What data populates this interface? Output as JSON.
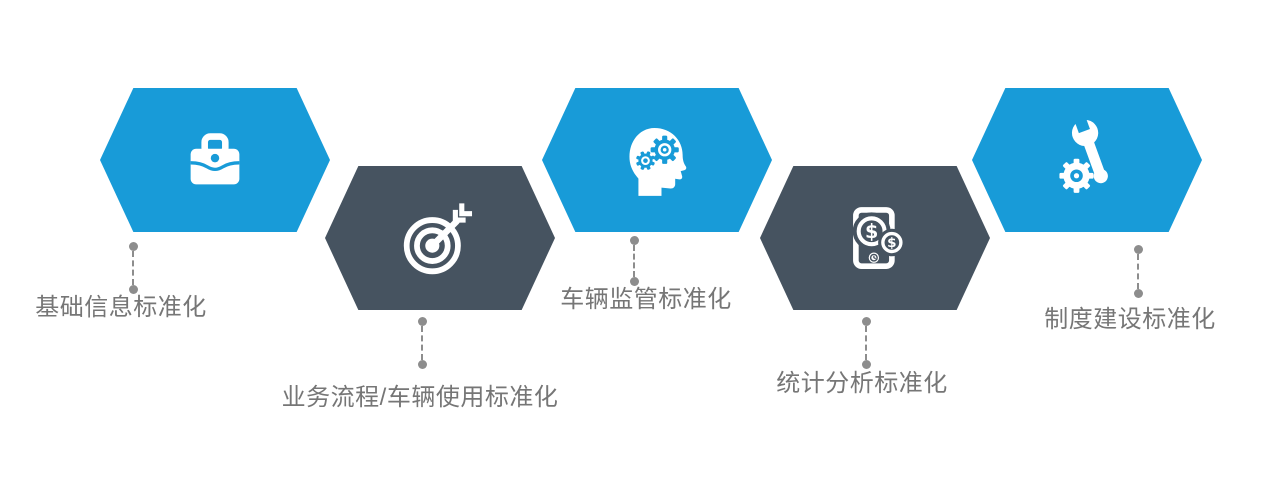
{
  "diagram": {
    "type": "hexagon-process-infographic",
    "background_color": "#ffffff",
    "colors": {
      "blue": "#189bd8",
      "dark": "#465360",
      "label_text": "#767676",
      "connector": "#8d8d8d",
      "icon": "#ffffff"
    },
    "steps": [
      {
        "label": "基础信息标准化",
        "icon": "briefcase-icon",
        "shape": "hexagon",
        "shape_color": "blue"
      },
      {
        "label": "业务流程/车辆使用标准化",
        "icon": "target-arrow-icon",
        "shape": "hexagon",
        "shape_color": "dark"
      },
      {
        "label": "车辆监管标准化",
        "icon": "head-gears-icon",
        "shape": "hexagon",
        "shape_color": "blue"
      },
      {
        "label": "统计分析标准化",
        "icon": "phone-money-icon",
        "shape": "hexagon",
        "shape_color": "dark"
      },
      {
        "label": "制度建设标准化",
        "icon": "wrench-gear-icon",
        "shape": "hexagon",
        "shape_color": "blue"
      }
    ]
  }
}
